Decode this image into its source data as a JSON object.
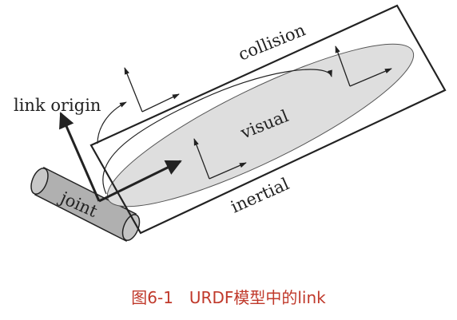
{
  "labels": {
    "collision": "collision",
    "link_origin": "link origin",
    "visual": "visual",
    "inertial": "inertial",
    "joint": "joint"
  },
  "caption": "图6-1　URDF模型中的link",
  "colors": {
    "stroke": "#222222",
    "ellipse_fill": "#dedede",
    "cylinder_fill": "#b0b0b0",
    "caption": "#c0392b"
  }
}
